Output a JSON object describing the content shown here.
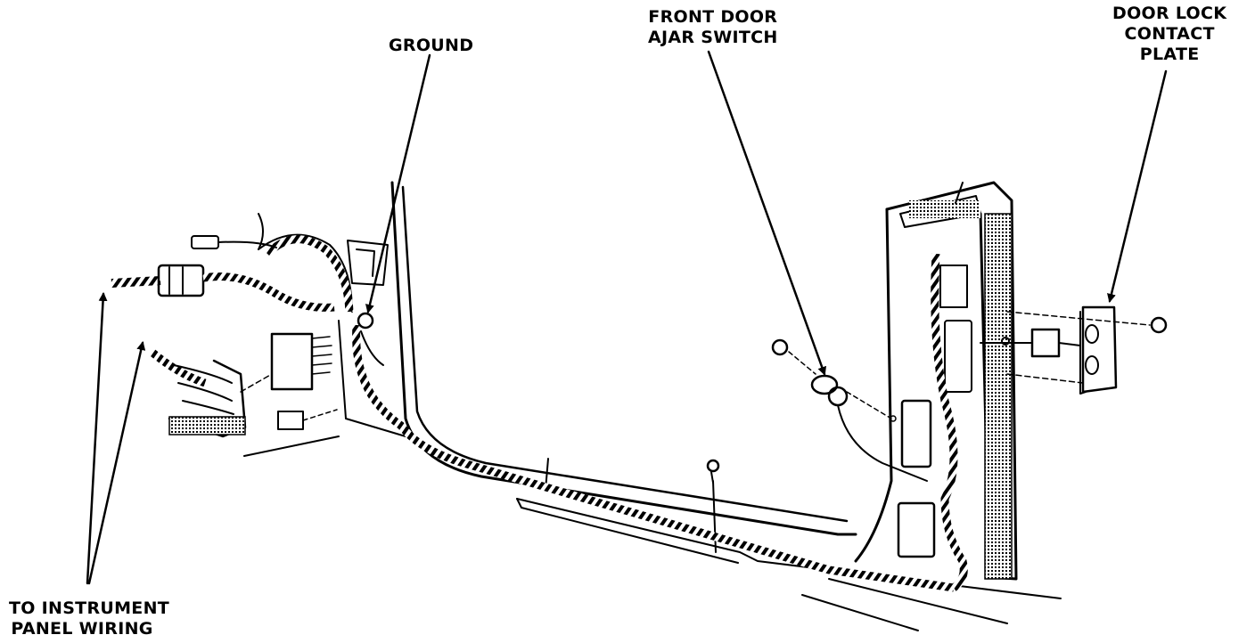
{
  "labels": {
    "ground": "GROUND",
    "front_door_ajar_switch": [
      "FRONT DOOR",
      "AJAR SWITCH"
    ],
    "door_lock_contact_plate": [
      "DOOR LOCK",
      "CONTACT",
      "PLATE"
    ],
    "instrument_panel_wiring": [
      "TO INSTRUMENT",
      "PANEL WIRING"
    ]
  }
}
